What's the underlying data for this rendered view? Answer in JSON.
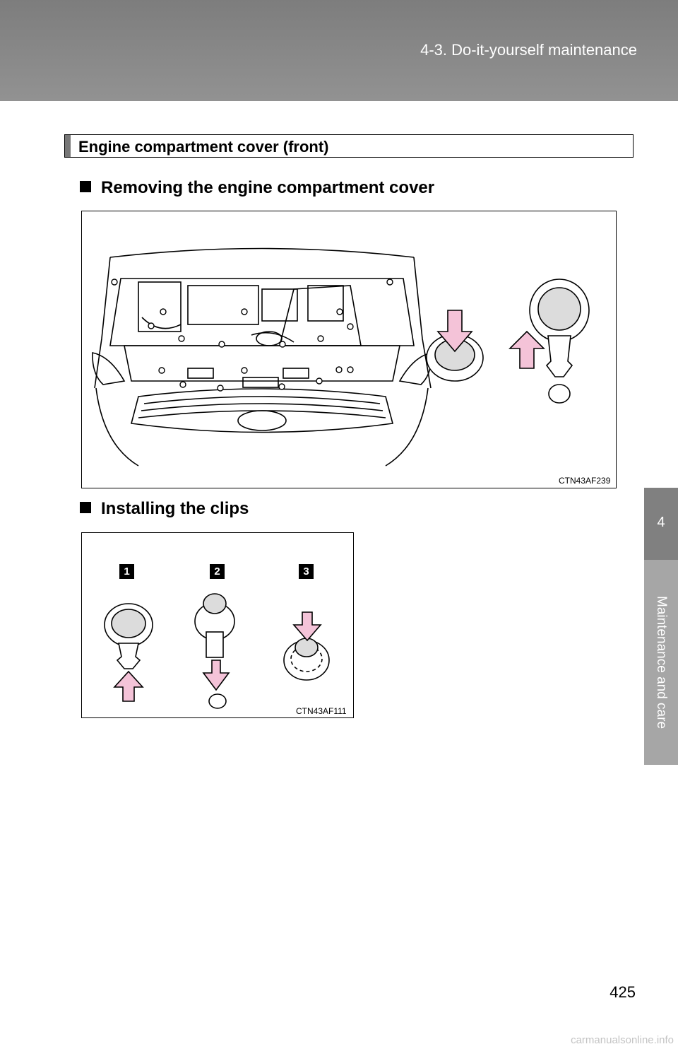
{
  "header": {
    "title": "4-3. Do-it-yourself maintenance"
  },
  "side_tab": {
    "number": "4",
    "label": "Maintenance and care"
  },
  "section": {
    "title": "Engine compartment cover (front)"
  },
  "subsections": [
    {
      "heading": "Removing the engine compartment cover"
    },
    {
      "heading": "Installing the clips"
    }
  ],
  "figures": {
    "removing": {
      "code": "CTN43AF239"
    },
    "installing": {
      "code": "CTN43AF111",
      "steps": [
        "1",
        "2",
        "3"
      ]
    }
  },
  "colors": {
    "arrow_fill": "#f4c3d8",
    "header_gray": "#888888",
    "tab_gray": "#808080"
  },
  "page": {
    "number": "425"
  },
  "watermark": {
    "text": "carmanualsonline.info"
  }
}
